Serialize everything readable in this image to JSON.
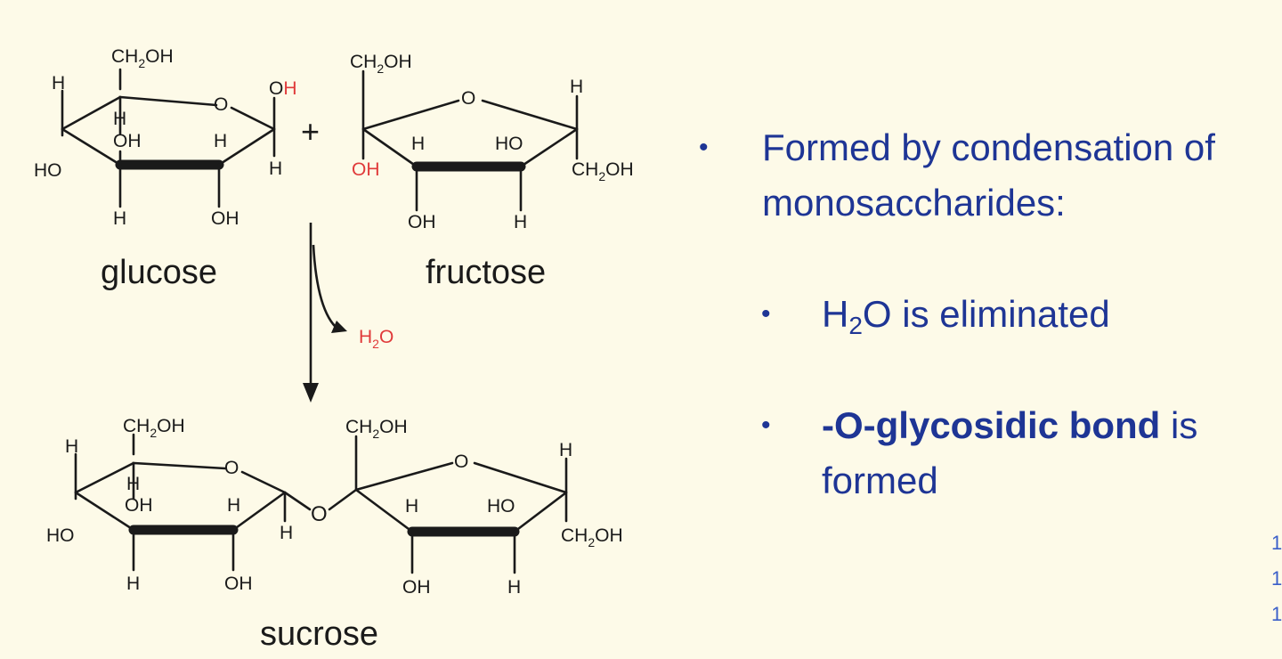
{
  "glucose": {
    "atoms": [
      "CH",
      "2",
      "OH",
      "H",
      "H",
      "O",
      "O",
      "H",
      "OH",
      "H",
      "HO",
      "H",
      "H",
      "OH"
    ],
    "name": "glucose"
  },
  "fructose": {
    "atoms": [
      "CH",
      "2",
      "OH",
      "O",
      "H",
      "H",
      "HO",
      "OH",
      "CH",
      "2",
      "OH",
      "OH",
      "H"
    ],
    "name": "fructose"
  },
  "plus": "+",
  "water": {
    "h": "H",
    "sub": "2",
    "o": "O"
  },
  "sucrose": {
    "atoms": [
      "CH",
      "2",
      "OH",
      "H",
      "O",
      "H",
      "OH",
      "H",
      "HO",
      "H",
      "H",
      "OH",
      "O",
      "CH",
      "2",
      "OH",
      "O",
      "H",
      "H",
      "HO",
      "CH",
      "2",
      "OH",
      "OH",
      "H"
    ],
    "name": "sucrose"
  },
  "bullets": {
    "b1": "Formed by condensation of monosaccharides:",
    "b2_pre": "H",
    "b2_sub": "2",
    "b2_post": "O is eliminated",
    "b3_bold": "-O-glycosidic bond",
    "b3_rest": " is formed",
    "marker": "•"
  },
  "edge_marks": [
    "1",
    "1",
    "1"
  ],
  "colors": {
    "text_blue": "#1e3595",
    "highlight_red": "#e03a3a",
    "background": "#fdfae8"
  }
}
